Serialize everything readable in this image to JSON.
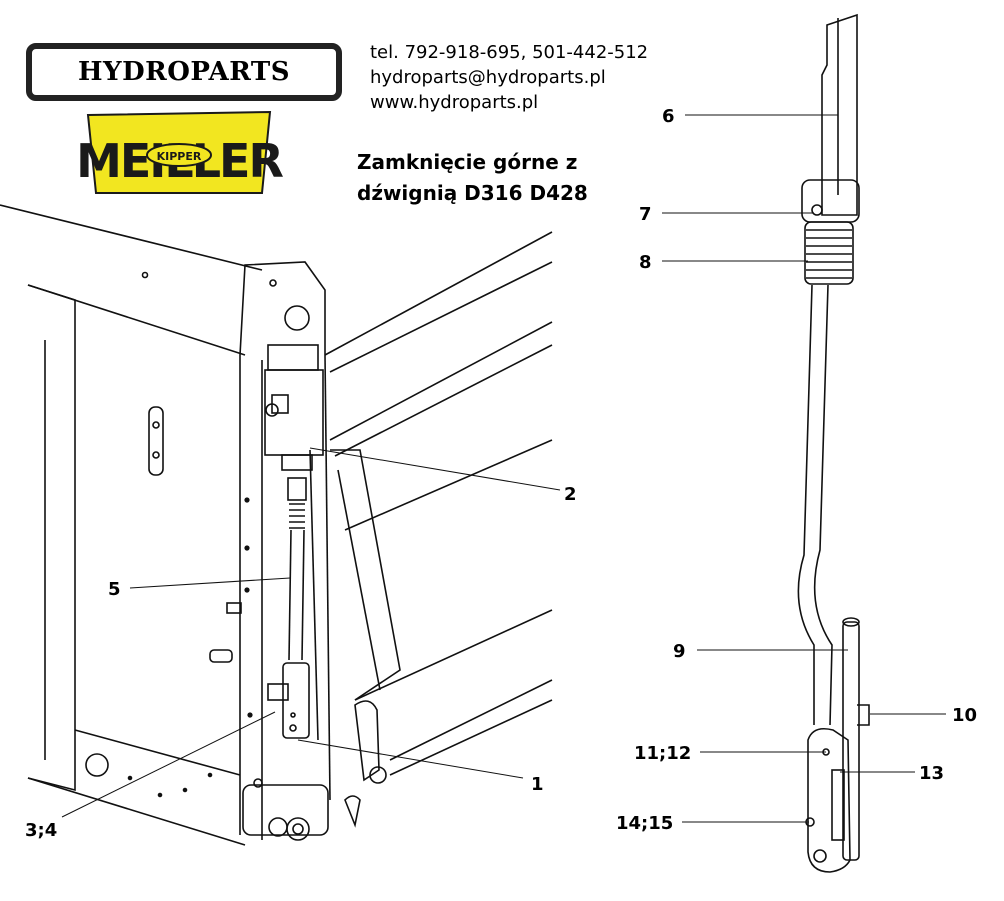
{
  "brand": {
    "name": "HYDROPARTS"
  },
  "logo": {
    "text": "MEILLER",
    "badge": "KIPPER",
    "color": "#f2e620"
  },
  "contact": {
    "phones": "tel. 792-918-695, 501-442-512",
    "email": "hydroparts@hydroparts.pl",
    "website": "www.hydroparts.pl"
  },
  "title": {
    "line1": "Zamknięcie górne z",
    "line2": "dźwignią D316 D428"
  },
  "callouts": {
    "c1": "1",
    "c2": "2",
    "c3": "3;4",
    "c5": "5",
    "c6": "6",
    "c7": "7",
    "c8": "8",
    "c9": "9",
    "c10": "10",
    "c11": "11;12",
    "c13": "13",
    "c14": "14;15"
  }
}
